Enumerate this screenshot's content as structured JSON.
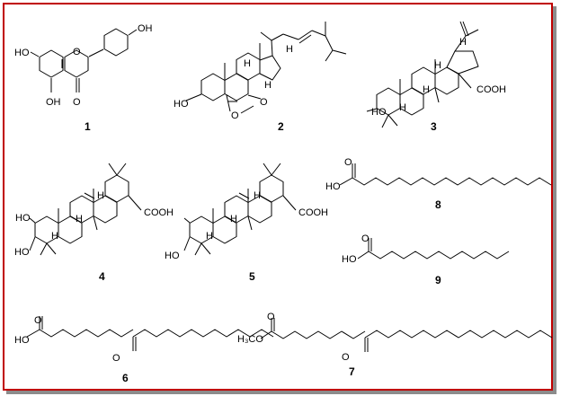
{
  "figure": {
    "border_color": "#c00000",
    "shadow_color": "#8c8c8c"
  },
  "compounds": [
    {
      "id": "1",
      "atoms": [
        "HO",
        "O",
        "OH",
        "OH",
        "O"
      ]
    },
    {
      "id": "2",
      "atoms": [
        "HO",
        "H",
        "H",
        "O",
        "O",
        "H"
      ]
    },
    {
      "id": "3",
      "atoms": [
        "H",
        "H",
        "H",
        "H",
        "HO",
        "COOH"
      ]
    },
    {
      "id": "4",
      "atoms": [
        "HO",
        "HO",
        "H",
        "H",
        "H",
        "COOH"
      ]
    },
    {
      "id": "5",
      "atoms": [
        "HO",
        "H",
        "H",
        "H",
        "COOH"
      ]
    },
    {
      "id": "6",
      "atoms": [
        "O",
        "HO",
        "O"
      ]
    },
    {
      "id": "7",
      "atoms": [
        "O",
        "H₃CO",
        "O"
      ]
    },
    {
      "id": "8",
      "atoms": [
        "O",
        "HO"
      ]
    },
    {
      "id": "9",
      "atoms": [
        "O",
        "HO"
      ]
    }
  ]
}
